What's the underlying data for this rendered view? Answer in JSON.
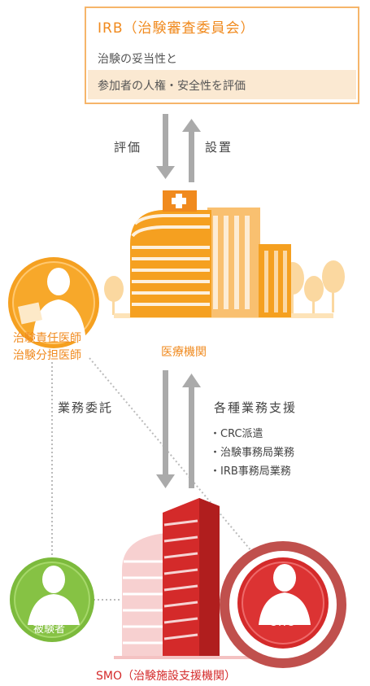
{
  "irb": {
    "title": "IRB（治験審査委員会）",
    "line1": "治験の妥当性と",
    "line2": "参加者の人権・安全性を評価"
  },
  "arrows_top": {
    "down_label": "評価",
    "up_label": "設置"
  },
  "institution": {
    "label": "医療機関"
  },
  "doctor": {
    "line1": "治験責任医師",
    "line2": "治験分担医師"
  },
  "arrows_mid": {
    "down_label": "業務委託",
    "up_label": "各種業務支援",
    "items": [
      "・CRC派遣",
      "・治験事務局業務",
      "・IRB事務局業務"
    ]
  },
  "subject": {
    "label": "被験者"
  },
  "crc": {
    "label": "CRC"
  },
  "smo": {
    "label": "SMO（治験施設支援機関）"
  },
  "colors": {
    "orange": "#f5a020",
    "orange_dark": "#f08a1e",
    "green": "#7cba3c",
    "red": "#d42a2a",
    "crc_ring": "#c0504d",
    "arrow_gray": "#aaaaaa"
  }
}
